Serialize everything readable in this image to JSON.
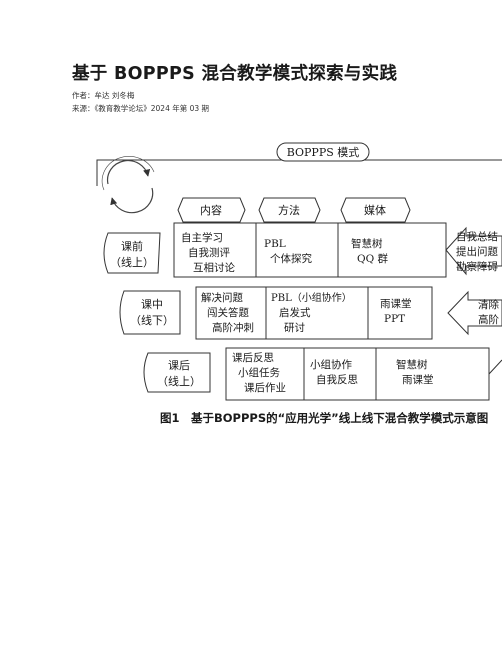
{
  "article": {
    "title": "基于 BOPPPS 混合教学模式探索与实践",
    "author_line": "作者：牟达 刘冬梅",
    "source_line": "来源：《教育教学论坛》2024 年第 03 期"
  },
  "figure": {
    "header": "BOPPPS 模式",
    "columns": {
      "content": "内容",
      "method": "方法",
      "media": "媒体"
    },
    "rows": [
      {
        "stage": [
          "课前",
          "（线上）"
        ],
        "content": [
          "自主学习",
          "自我测评",
          "互相讨论"
        ],
        "method": [
          "PBL",
          "个体探究"
        ],
        "media": [
          "智慧树",
          "QQ 群"
        ],
        "feedback": [
          "自我总结",
          "提出问题",
          "勘察障碍"
        ]
      },
      {
        "stage": [
          "课中",
          "（线下）"
        ],
        "content": [
          "解决问题",
          "闯关答题",
          "高阶冲刺"
        ],
        "method": [
          "PBL（小组协作）",
          "启发式",
          "研讨"
        ],
        "media": [
          "雨课堂",
          "PPT"
        ],
        "feedback": [
          "清除",
          "高阶"
        ]
      },
      {
        "stage": [
          "课后",
          "（线上）"
        ],
        "content": [
          "课后反思",
          "小组任务",
          "课后作业"
        ],
        "method": [
          "小组协作",
          "自我反思"
        ],
        "media": [
          "智慧树",
          "雨课堂"
        ],
        "feedback": []
      }
    ],
    "caption": "图1　基于BOPPPS的“应用光学”线上线下混合教学模式示意图"
  }
}
